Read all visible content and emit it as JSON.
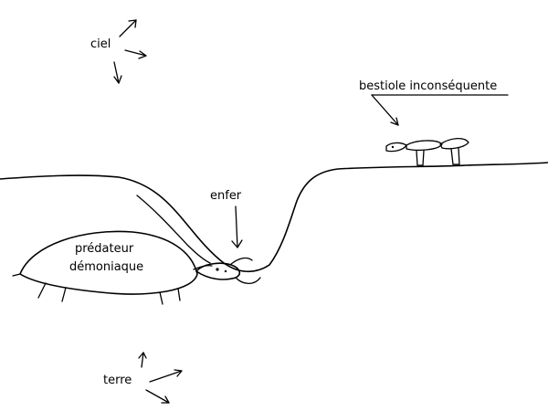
{
  "labels": {
    "sky": "ciel",
    "ground": "terre",
    "hell": "enfer",
    "predator_line1": "prédateur",
    "predator_line2": "démoniaque",
    "critter": "bestiole inconséquente"
  },
  "colors": {
    "background": "#ffffff",
    "ink": "#000000"
  }
}
